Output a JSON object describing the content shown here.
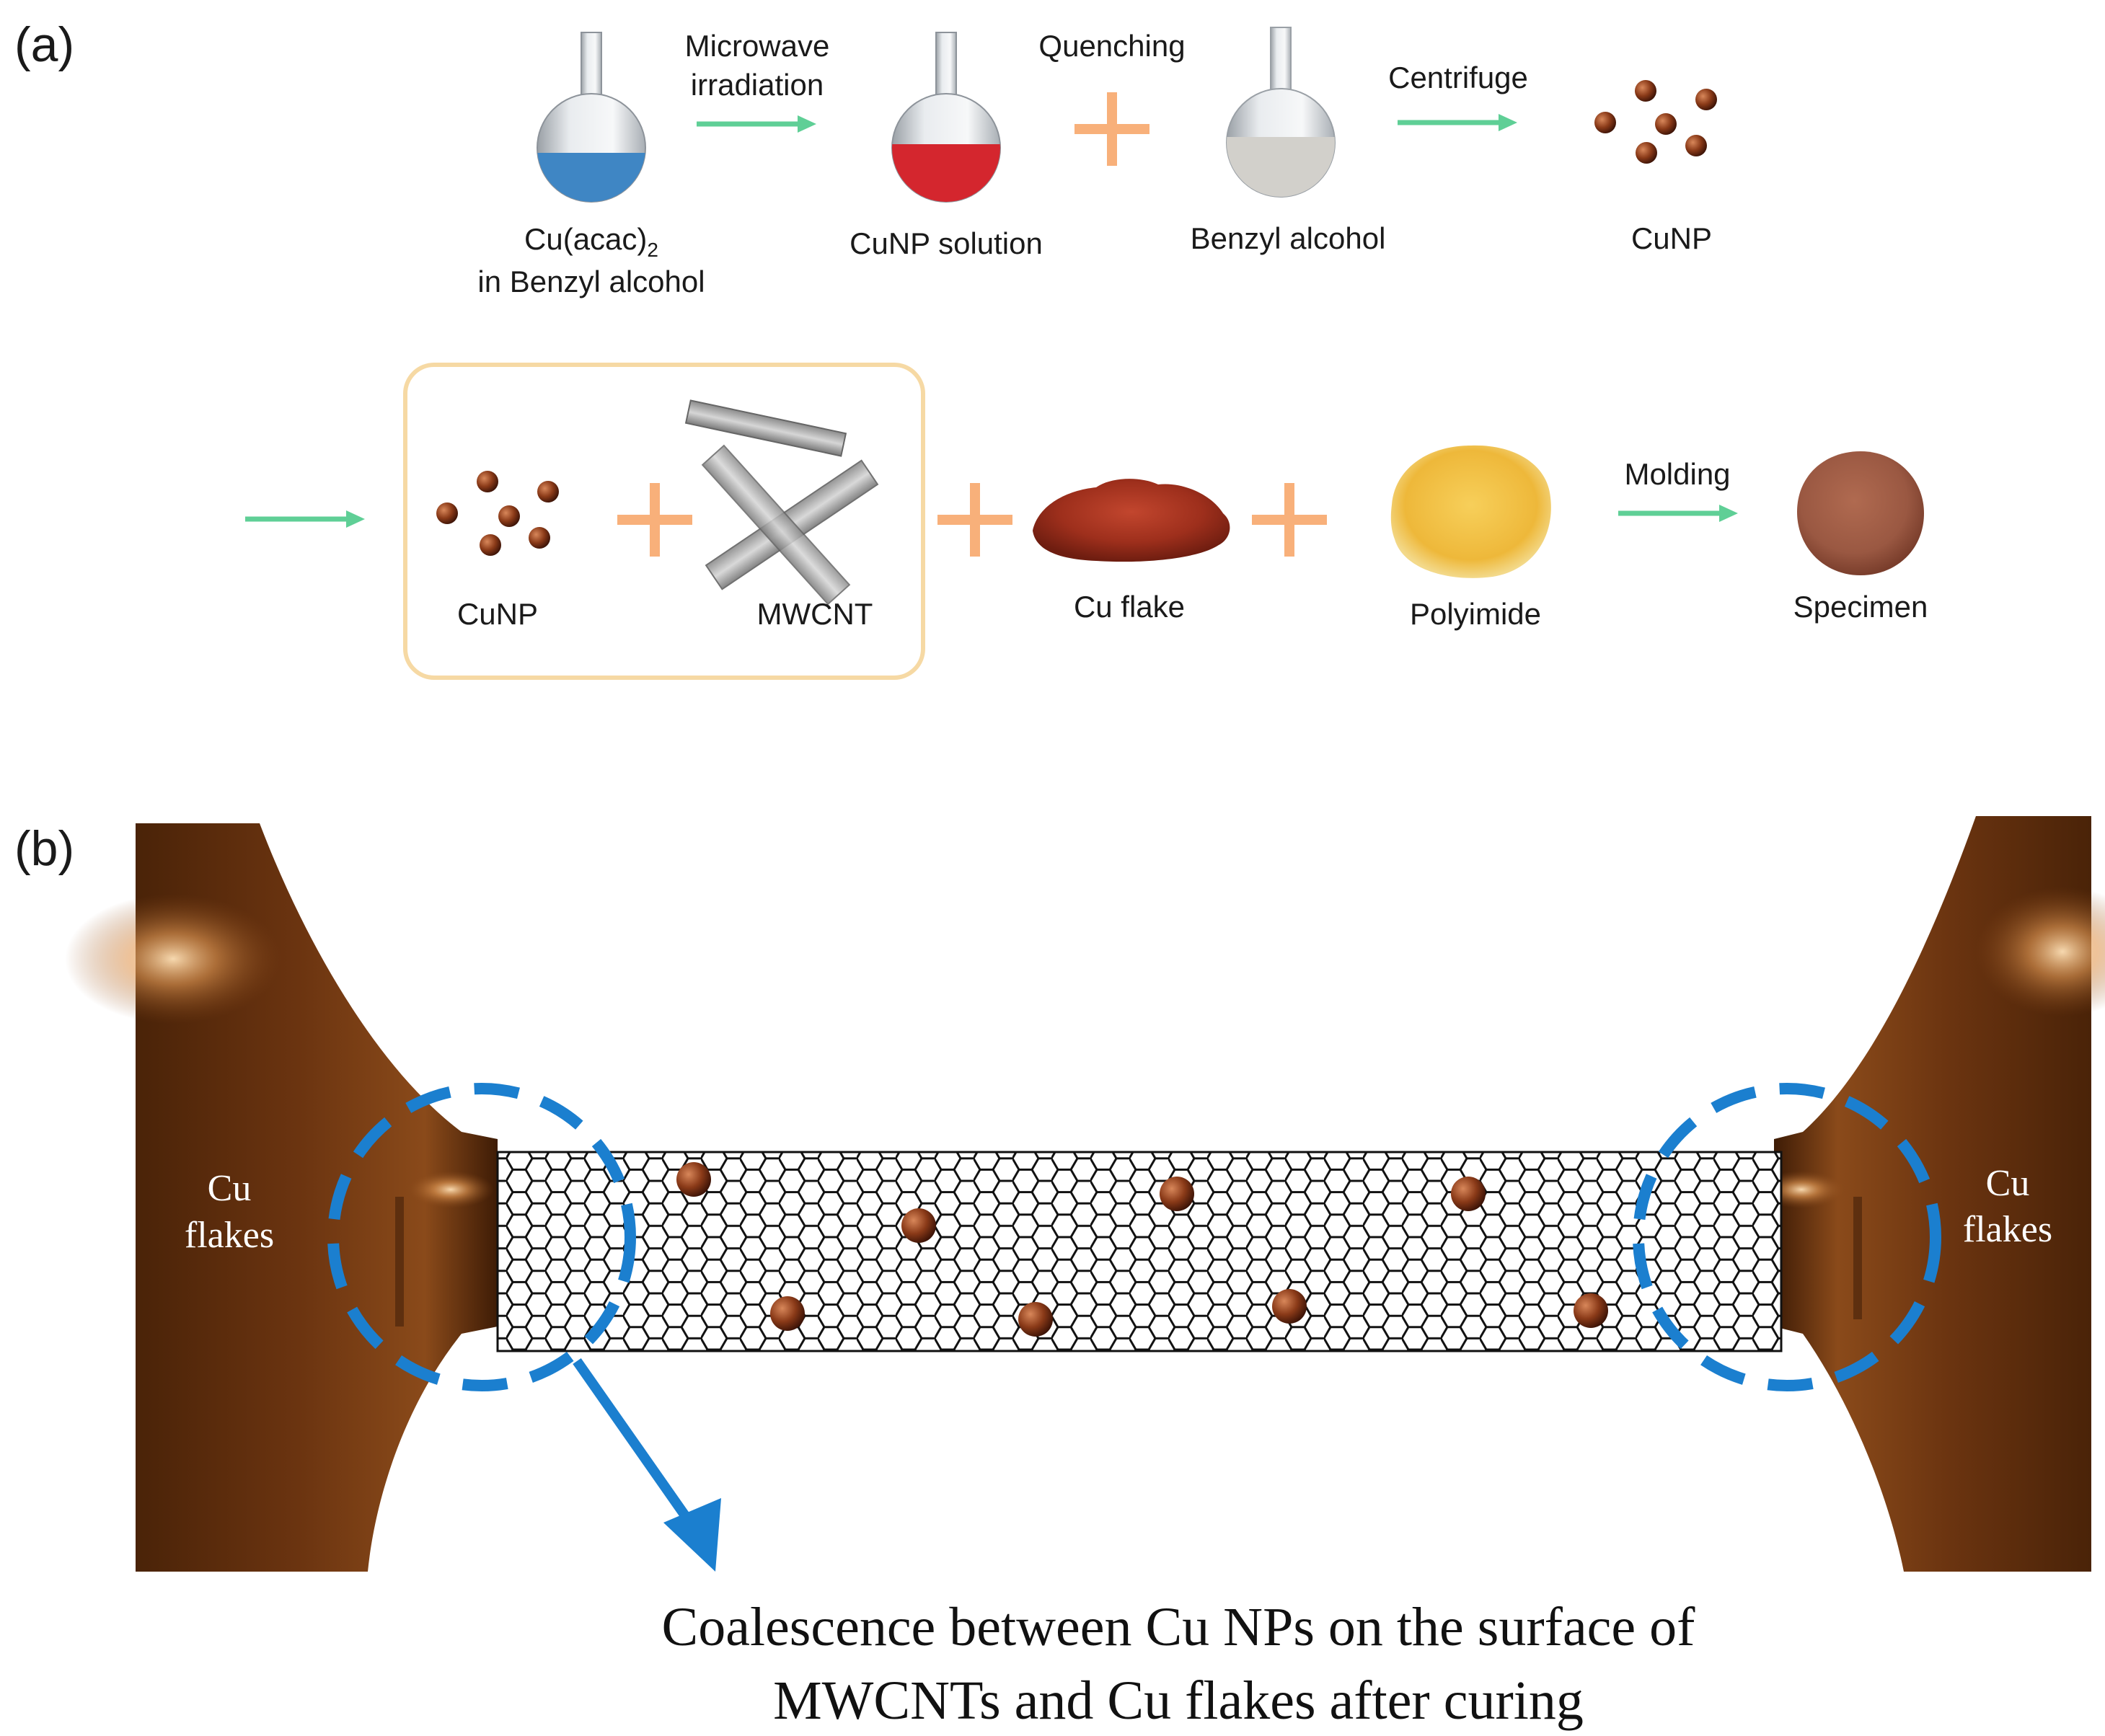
{
  "panel_a": {
    "label": "(a)",
    "row1": {
      "flask_blue": {
        "label_line1": "Cu(acac)",
        "label_sub": "2",
        "label_line2": "in Benzyl alcohol",
        "liquid_color": "#3f86c4"
      },
      "arrow1": {
        "line1": "Microwave",
        "line2": "irradiation"
      },
      "flask_red": {
        "label": "CuNP solution",
        "liquid_color": "#d4262e"
      },
      "plus_label": "Quenching",
      "flask_grey": {
        "label": "Benzyl alcohol",
        "liquid_color": "#d2d0cb"
      },
      "arrow2": {
        "label": "Centrifuge"
      },
      "cunp": {
        "label": "CuNP"
      }
    },
    "row2": {
      "cunp": {
        "label": "CuNP"
      },
      "mwcnt": {
        "label": "MWCNT"
      },
      "cu_flake": {
        "label": "Cu flake"
      },
      "polyimide": {
        "label": "Polyimide"
      },
      "arrow": {
        "label": "Molding"
      },
      "specimen": {
        "label": "Specimen"
      }
    }
  },
  "panel_b": {
    "label": "(b)",
    "left_label": {
      "line1": "Cu",
      "line2": "flakes"
    },
    "right_label": {
      "line1": "Cu",
      "line2": "flakes"
    },
    "caption": {
      "line1": "Coalescence between Cu NPs on the surface of",
      "line2": "MWCNTs and Cu flakes after curing"
    }
  },
  "colors": {
    "arrow_green": "#5fcf96",
    "plus_orange": "#f8b07a",
    "particle": "#7a1a1a",
    "circle_blue": "#1b7fcf",
    "copper": "#5a2b0c",
    "box_border": "#f6d9a4"
  }
}
